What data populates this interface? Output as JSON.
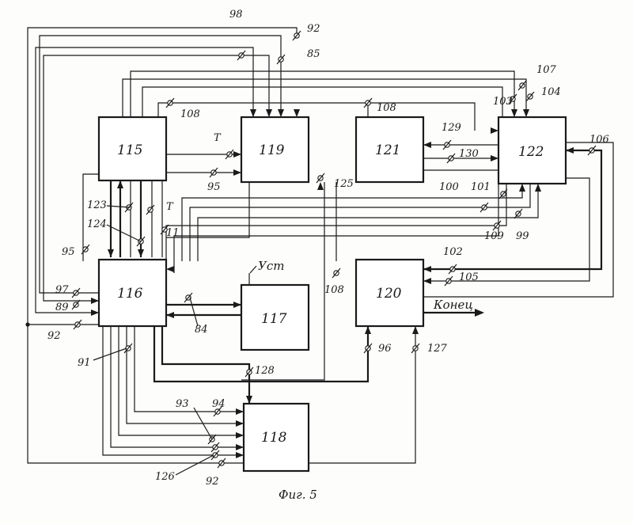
{
  "blocks": [
    {
      "id": "b115",
      "label": "115"
    },
    {
      "id": "b119",
      "label": "119"
    },
    {
      "id": "b121",
      "label": "121"
    },
    {
      "id": "b122",
      "label": "122"
    },
    {
      "id": "b116",
      "label": "116"
    },
    {
      "id": "b117",
      "label": "117"
    },
    {
      "id": "b120",
      "label": "120"
    },
    {
      "id": "b118",
      "label": "118"
    }
  ],
  "labels": {
    "n98": "98",
    "n92a": "92",
    "n85": "85",
    "n107": "107",
    "n103": "103",
    "n104": "104",
    "n108a": "108",
    "n108b": "108",
    "n108c": "108",
    "nT1": "T",
    "nT2": "T",
    "n95a": "95",
    "n95b": "95",
    "n125": "125",
    "n129": "129",
    "n130": "130",
    "n106": "106",
    "n100": "100",
    "n101": "101",
    "n123": "123",
    "n124": "124",
    "n11": "11",
    "n109": "109",
    "n99": "99",
    "n102": "102",
    "n105": "105",
    "n97": "97",
    "n89": "89",
    "n92b": "92",
    "n84": "84",
    "n91": "91",
    "n128": "128",
    "n96": "96",
    "n127": "127",
    "n93": "93",
    "n94": "94",
    "n126": "126",
    "n92c": "92"
  },
  "texts": {
    "ust": "Уст",
    "konec": "Конец",
    "caption": "Фиг. 5"
  }
}
